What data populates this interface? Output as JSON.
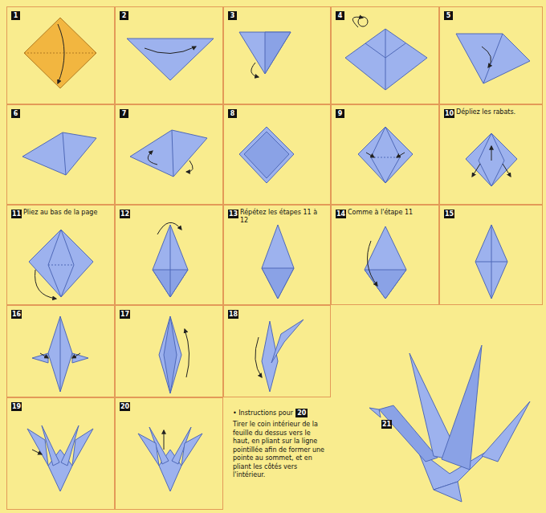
{
  "diagram": {
    "nodes": [
      {
        "text": [
          "1"
        ]
      },
      {
        "text": [
          "2"
        ]
      },
      {
        "text": [
          "3"
        ]
      },
      {
        "text": [
          "4"
        ]
      },
      {
        "text": [
          "5"
        ]
      },
      {
        "text": [
          "6"
        ]
      },
      {
        "text": [
          "7"
        ]
      },
      {
        "text": [
          "8"
        ]
      },
      {
        "text": [
          "9"
        ]
      },
      {
        "text": [
          "10",
          "Dépliez les rabats."
        ]
      },
      {
        "text": [
          "11",
          "Pliez au bas de la page"
        ]
      },
      {
        "text": [
          "12"
        ]
      },
      {
        "text": [
          "13",
          "Répétez les étapes 11 à 12"
        ]
      },
      {
        "text": [
          "14",
          "Comme à l'étape 11"
        ]
      },
      {
        "text": [
          "15"
        ]
      },
      {
        "text": [
          "16"
        ]
      },
      {
        "text": [
          "17"
        ]
      },
      {
        "text": [
          "18"
        ]
      },
      {
        "text": [
          "19"
        ]
      },
      {
        "text": [
          "20"
        ]
      },
      {
        "text": [
          "21"
        ]
      }
    ],
    "labels": [
      "• Instructions pour",
      "20",
      "Tirer le coin intérieur de la feuille du dessus vers le haut, en pliant sur la ligne pointillée afin de former une pointe au sommet, et en pliant les côtés vers l'intérieur."
    ]
  }
}
